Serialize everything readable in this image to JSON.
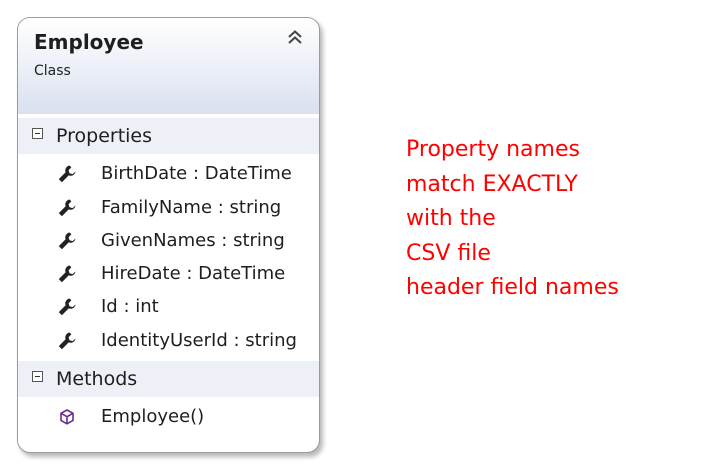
{
  "class": {
    "name": "Employee",
    "kind": "Class"
  },
  "properties": {
    "label": "Properties",
    "items": [
      {
        "text": "BirthDate : DateTime",
        "icon": "wrench-icon"
      },
      {
        "text": "FamilyName : string",
        "icon": "wrench-icon"
      },
      {
        "text": "GivenNames : string",
        "icon": "wrench-icon"
      },
      {
        "text": "HireDate : DateTime",
        "icon": "wrench-icon"
      },
      {
        "text": "Id : int",
        "icon": "wrench-icon"
      },
      {
        "text": "IdentityUserId : string",
        "icon": "wrench-icon"
      }
    ]
  },
  "methods": {
    "label": "Methods",
    "items": [
      {
        "text": "Employee()",
        "icon": "method-cube-icon"
      }
    ]
  },
  "note": {
    "color": "#ff0000",
    "lines": [
      "Property names",
      "match EXACTLY",
      "with the",
      "CSV file",
      "header field names"
    ]
  }
}
